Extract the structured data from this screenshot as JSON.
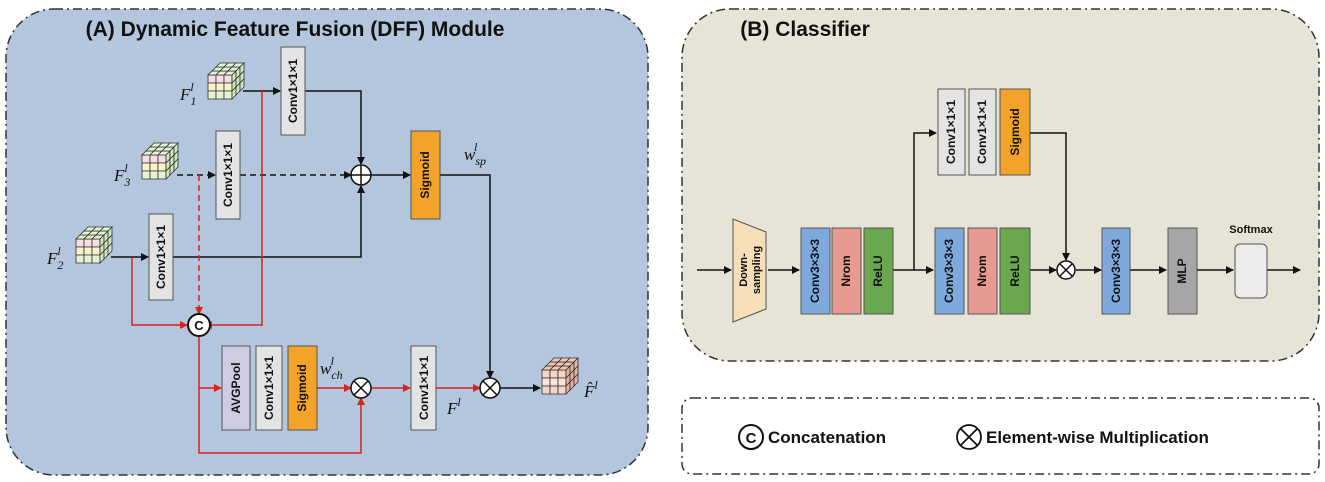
{
  "panel_a": {
    "title": "(A) Dynamic Feature Fusion (DFF) Module",
    "bg_color": "#b3c6de",
    "inputs": [
      {
        "base": "F",
        "sub": "1",
        "sup": "l"
      },
      {
        "base": "F",
        "sub": "3",
        "sup": "l"
      },
      {
        "base": "F",
        "sub": "2",
        "sup": "l"
      }
    ],
    "conv_label": "Conv1×1×1",
    "sigmoid_label": "Sigmoid",
    "avgpool_label": "AVGPool",
    "concat_symbol": "C",
    "w_sp": {
      "base": "w",
      "sub": "sp",
      "sup": "l"
    },
    "w_ch": {
      "base": "w",
      "sub": "ch",
      "sup": "l"
    },
    "f_l": {
      "base": "F",
      "sup": "l"
    },
    "output": {
      "base": "F̂",
      "sup": "l"
    }
  },
  "panel_b": {
    "title": "(B) Classifier",
    "bg_color": "#e6e4d6",
    "downsampling_line1": "Down-",
    "downsampling_line2": "sampling",
    "conv3_label": "Conv3×3×3",
    "conv1_label": "Conv1×1×1",
    "norm_label": "Nrom",
    "relu_label": "ReLU",
    "sigmoid_label": "Sigmoid",
    "mlp_label": "MLP",
    "softmax_label": "Softmax"
  },
  "legend": {
    "concat_symbol": "C",
    "concat_label": "Concatenation",
    "mult_label": "Element-wise Multiplication"
  },
  "colors": {
    "conv": "#e3e3e3",
    "sigmoid": "#f4a32a",
    "avgpool": "#cfcbe3",
    "conv3": "#7ea9dc",
    "norm": "#e69a90",
    "relu": "#6aa84f",
    "mlp": "#a6a6a6",
    "softmax": "#ececec",
    "downsampling": "#f6dfb8",
    "red_line": "#d9241c"
  }
}
